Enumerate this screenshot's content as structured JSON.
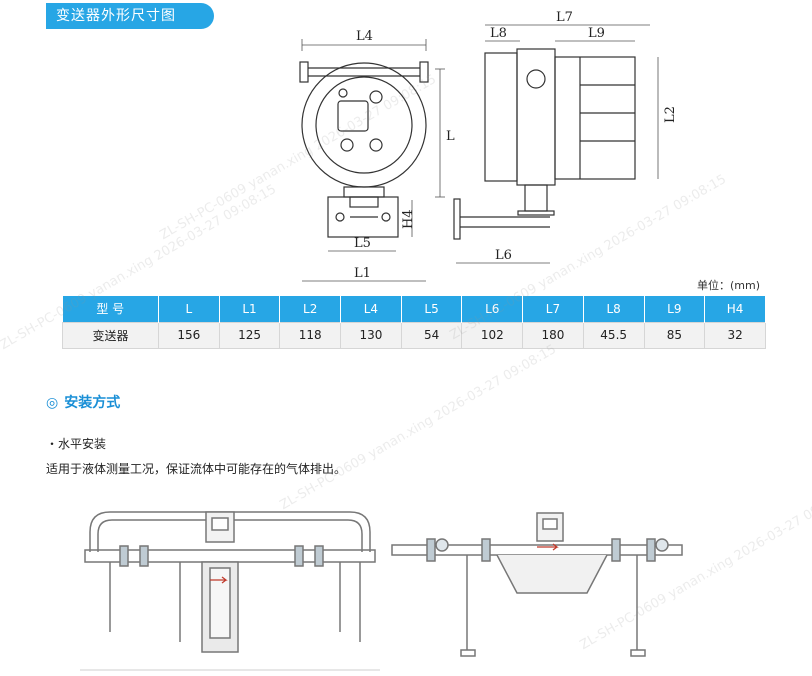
{
  "header": {
    "section_title": "变送器外形尺寸图"
  },
  "drawing": {
    "labels": {
      "L4": "L4",
      "L": "L",
      "H4": "H4",
      "L5": "L5",
      "L1": "L1",
      "L7": "L7",
      "L8": "L8",
      "L9": "L9",
      "L2": "L2",
      "L6": "L6"
    }
  },
  "unit_note": "单位：(mm)",
  "table": {
    "headers": [
      "型 号",
      "L",
      "L1",
      "L2",
      "L4",
      "L5",
      "L6",
      "L7",
      "L8",
      "L9",
      "H4"
    ],
    "rows": [
      [
        "变送器",
        "156",
        "125",
        "118",
        "130",
        "54",
        "102",
        "180",
        "45.5",
        "85",
        "32"
      ]
    ]
  },
  "install": {
    "ring": "◎",
    "title": "安装方式",
    "subtitle": "・水平安装",
    "description": "适用于液体测量工况，保证流体中可能存在的气体排出。"
  },
  "watermark": {
    "text": "ZL-SH-PC-0609 yanan.xing 2026-03-27 09:08:15"
  }
}
